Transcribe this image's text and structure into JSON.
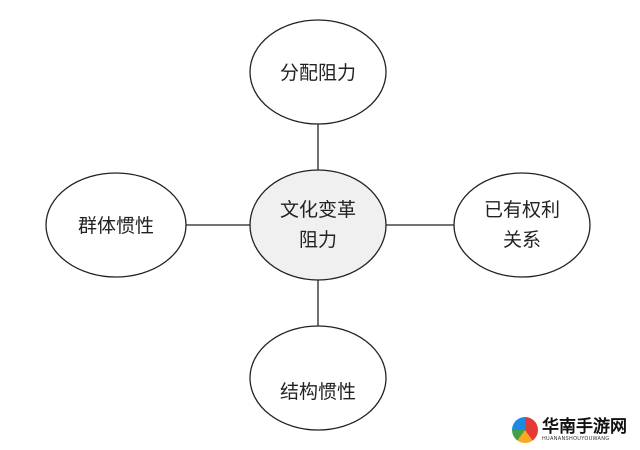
{
  "diagram": {
    "center": {
      "lines": [
        "文化变革",
        "阻力"
      ],
      "fill": "#f0f0f0"
    },
    "top": {
      "lines": [
        "分配阻力"
      ]
    },
    "left": {
      "lines": [
        "群体惯性"
      ]
    },
    "right": {
      "lines": [
        "已有权利",
        "关系"
      ]
    },
    "bottom": {
      "lines": [
        "结构惯性"
      ]
    }
  },
  "watermark": {
    "name": "华南手游网",
    "sub": "HUANANSHOUYOUWANG"
  }
}
